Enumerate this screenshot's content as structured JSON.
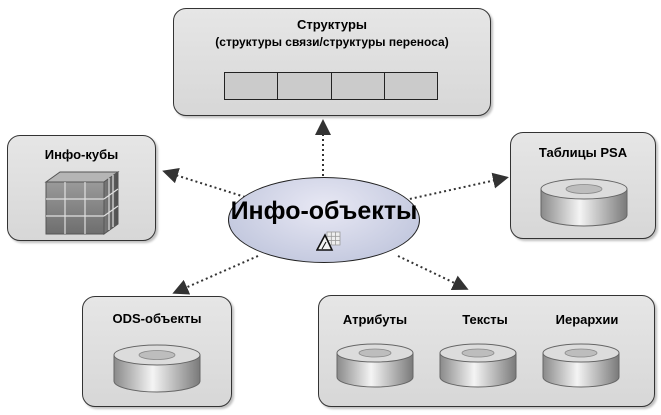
{
  "center": {
    "label": "Инфо-объекты",
    "icon": "infoobject-triangle-grid-icon"
  },
  "structures": {
    "title": "Структуры",
    "subtitle": "(структуры связи/структуры переноса)"
  },
  "infocubes": {
    "title": "Инфо-кубы",
    "icon": "cube-icon"
  },
  "psa": {
    "title": "Таблицы PSA",
    "icon": "database-cylinder-icon"
  },
  "ods": {
    "title": "ODS-объекты",
    "icon": "database-cylinder-icon"
  },
  "master": {
    "items": [
      {
        "label": "Атрибуты"
      },
      {
        "label": "Тексты"
      },
      {
        "label": "Иерархии"
      }
    ]
  },
  "colors": {
    "box_fill": "#dcdcdc",
    "center_fill": "#c4c9e0",
    "border": "#333333",
    "arrow": "#333333"
  }
}
